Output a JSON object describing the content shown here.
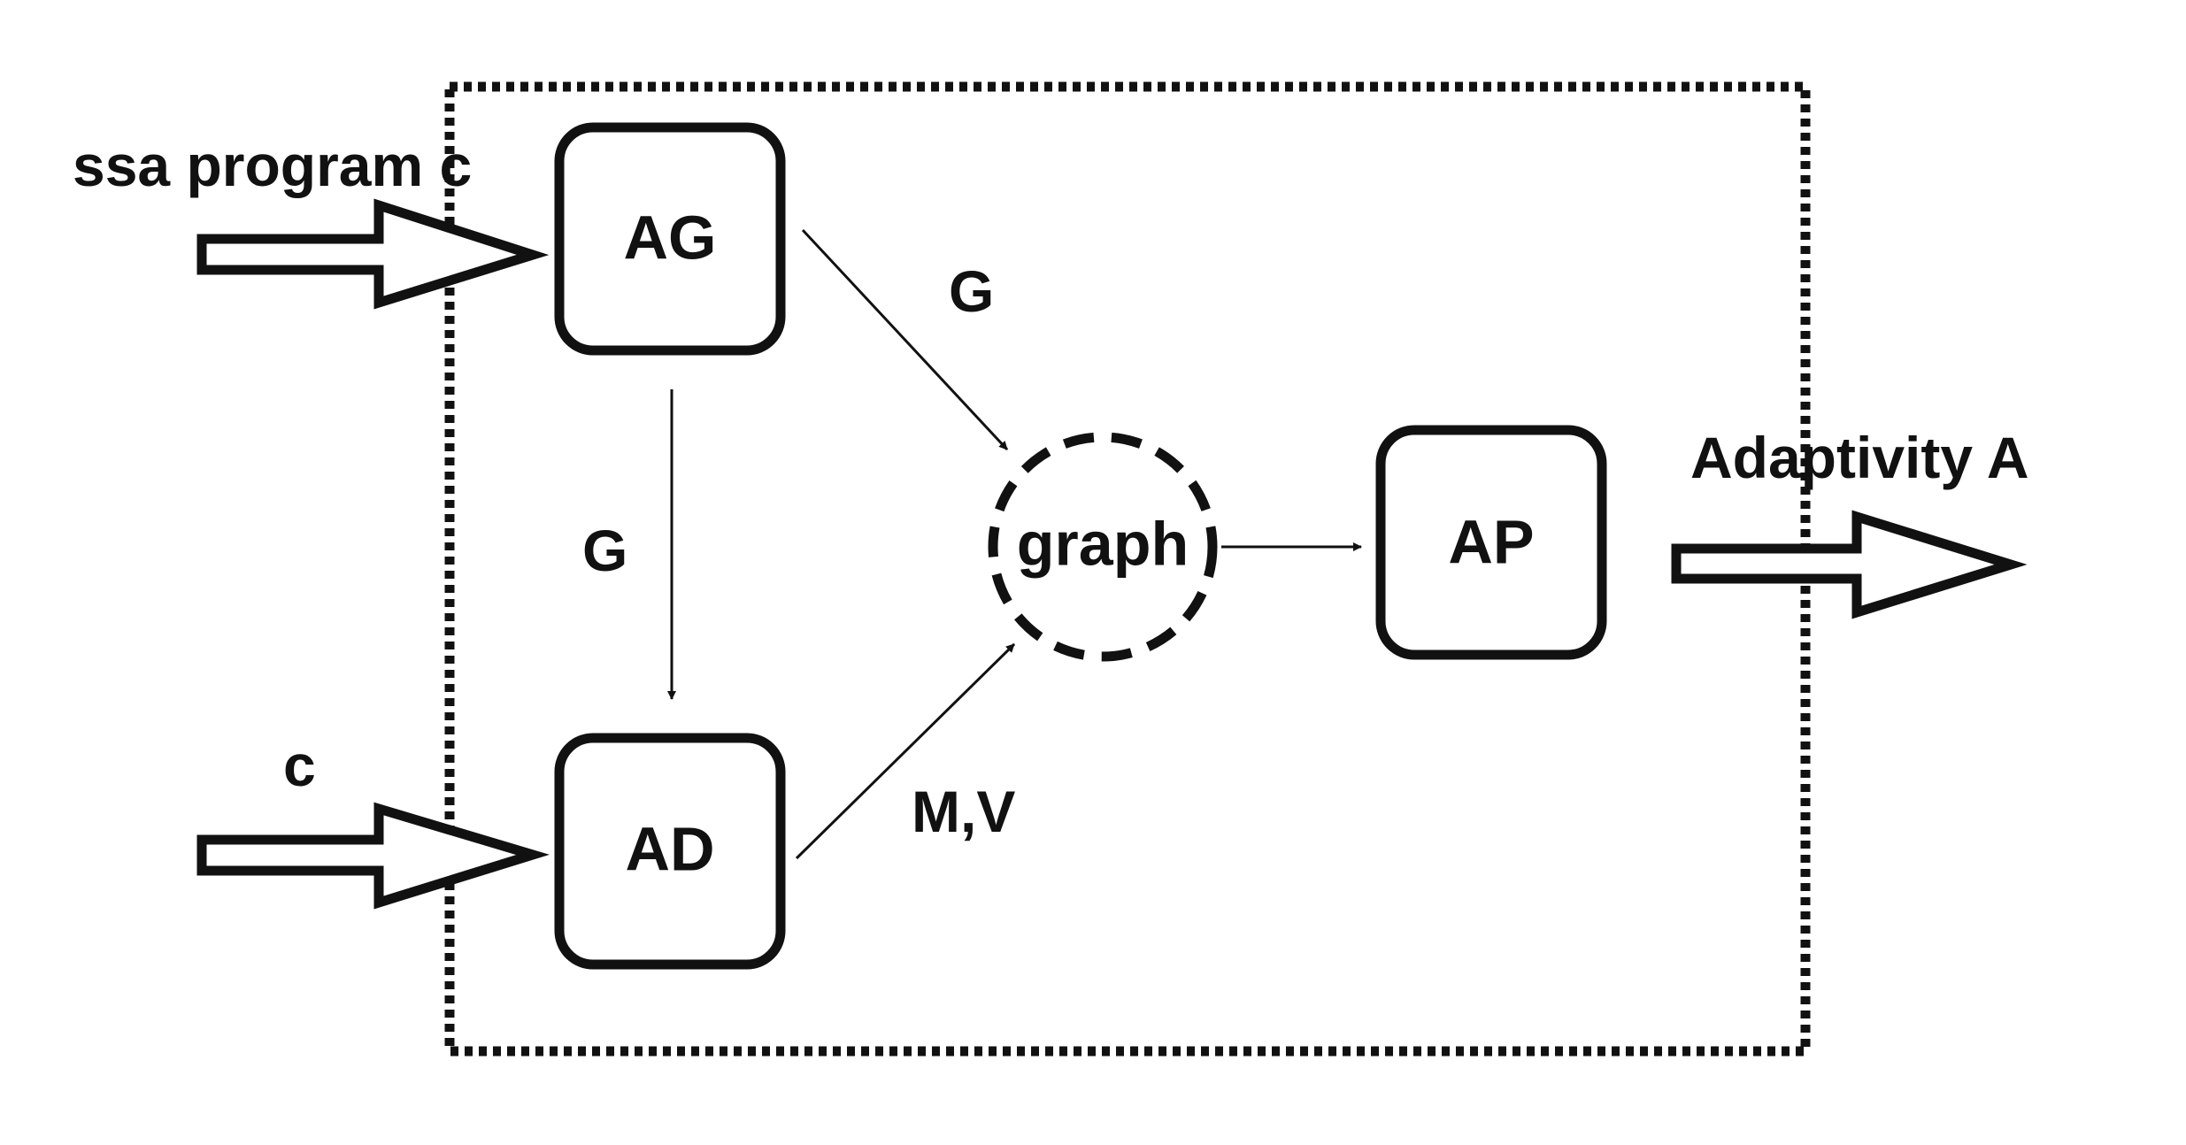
{
  "nodes": {
    "ag": "AG",
    "ad": "AD",
    "ap": "AP",
    "graph": "graph"
  },
  "inputs": {
    "top": "ssa program c",
    "bottom": "c"
  },
  "output": "Adaptivity A",
  "edges": {
    "ag_to_ad": "G",
    "ag_to_graph": "G",
    "ad_to_graph": "M,V"
  }
}
